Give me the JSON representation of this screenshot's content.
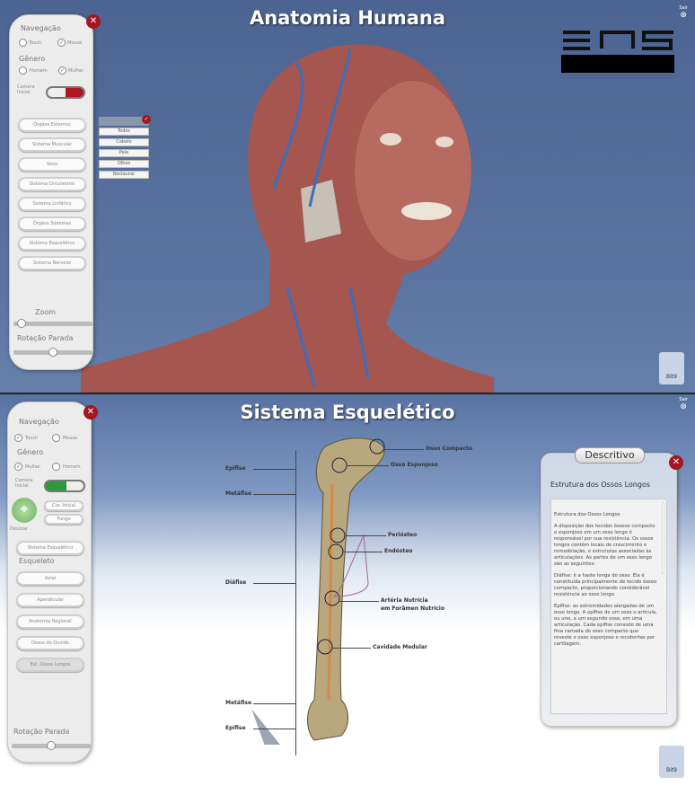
{
  "top": {
    "title": "Anatomia Humana",
    "exit": "Sair",
    "logo": "ENS",
    "navigation_label": "Navegação",
    "nav_options": [
      {
        "label": "Touch",
        "checked": false
      },
      {
        "label": "Mouse",
        "checked": true
      }
    ],
    "gender_label": "Gênero",
    "gender_options": [
      {
        "label": "Homem",
        "checked": false
      },
      {
        "label": "Mulher",
        "checked": true
      }
    ],
    "camera_label": "Camera Inicial",
    "buttons": [
      "Órgãos Externos",
      "Sistema Muscular",
      "Sexo",
      "Sistema Circulatório",
      "Sistema Linfático",
      "Órgãos Sistemas",
      "Sistema Esquelético",
      "Sistema Nervoso"
    ],
    "zoom_label": "Zoom",
    "zoom_value": 0.05,
    "rotation_label": "Rotação Parada",
    "rotation_value": 0.5,
    "popup_items": [
      "Todos",
      "Cabelo",
      "Pele",
      "Olhos",
      "Restaurar"
    ],
    "brand": "Bit9"
  },
  "bottom": {
    "title": "Sistema Esquelético",
    "exit": "Sair",
    "navigation_label": "Navegação",
    "nav_options": [
      {
        "label": "Touch",
        "checked": true
      },
      {
        "label": "Mouse",
        "checked": false
      }
    ],
    "gender_label": "Gênero",
    "gender_options": [
      {
        "label": "Mulher",
        "checked": true
      },
      {
        "label": "Homem",
        "checked": false
      }
    ],
    "camera_label": "Camera Inicial",
    "dpad_label": "Deslizar",
    "cam_buttons": [
      "Cur. Inicial",
      "Fungo"
    ],
    "system_button": "Sistema Esquelético",
    "skeleton_label": "Esqueleto",
    "skeleton_buttons": [
      "Axial",
      "Apendicular",
      "Anatomia Regional",
      "Ossos do Ouvido",
      "Est. Ossos Longos"
    ],
    "rotation_label": "Rotação Parada",
    "rotation_value": 0.5,
    "left_labels": [
      "Epífise",
      "Metáfise",
      "Diáfise",
      "Metáfise",
      "Epífise"
    ],
    "right_labels": [
      "Osso Compacto",
      "Osso Esponjoso",
      "Periósteo",
      "Endósteo",
      "Artéria Nutrícia",
      "em Forâmen Nutrício",
      "Cavidade Medular"
    ],
    "descritivo": {
      "tab": "Descritivo",
      "heading": "Estrutura dos Ossos Longos",
      "paragraphs": [
        "Estrutura dos Ossos Longos",
        "A disposição dos tecidos ósseos compacto e esponjoso em um osso longo é responsável por sua resistência. Os ossos longos contêm locais de crescimento e remodelação, e estruturas associadas às articulações. As partes de um osso longo são as seguintes:",
        "Diáfise: é a haste longa do osso. Ela é constituída principalmente de tecido ósseo compacto, proporcionando considerável resistência ao osso longo.",
        "Epífise: as extremidades alargadas de um osso longo. A epífise de um osso o articula, ou une, a um segundo osso, em uma articulação. Cada epífise consiste de uma fina camada de osso compacto que reveste o osso esponjoso e recobertas por cartilagem."
      ]
    },
    "brand": "Bit9"
  }
}
